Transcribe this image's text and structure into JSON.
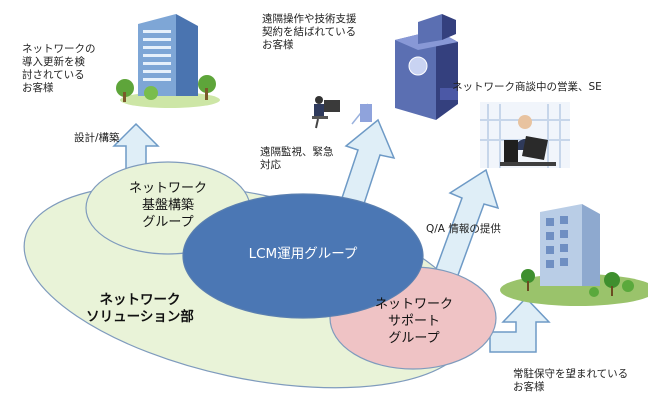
{
  "groups": {
    "network_solution_dept": "ネットワーク\nソリューション部",
    "infrastructure_group": "ネットワーク\n基盤構築\nグループ",
    "lcm_group": "LCM運用グループ",
    "support_group": "ネットワーク\nサポート\nグループ"
  },
  "customers": {
    "network_upgrade": "ネットワークの\n導入更新を検\n討されている\nお客様",
    "remote_support_contract": "遠隔操作や技術支援\n契約を結ばれている\nお客様",
    "sales_se": "ネットワーク商談中の営業、SE",
    "onsite_maintenance": "常駐保守を望まれている\nお客様"
  },
  "flows": {
    "design_build": "設計/構築",
    "remote_monitoring": "遠隔監視、緊急\n対応",
    "qa_info": "Q/A 情報の提供"
  },
  "colors": {
    "outer_ellipse": "#e9f3d8",
    "infrastructure_ellipse": "#e9f3d8",
    "lcm_ellipse": "#4b77b4",
    "support_ellipse": "#efc3c5",
    "arrow_fill": "#dfeef7",
    "arrow_stroke": "#6e9ac6"
  },
  "icons": [
    "office-building-icon",
    "server-datacenter-icon",
    "operator-at-pc-icon",
    "sales-person-laptop-icon",
    "office-building-trees-icon"
  ]
}
